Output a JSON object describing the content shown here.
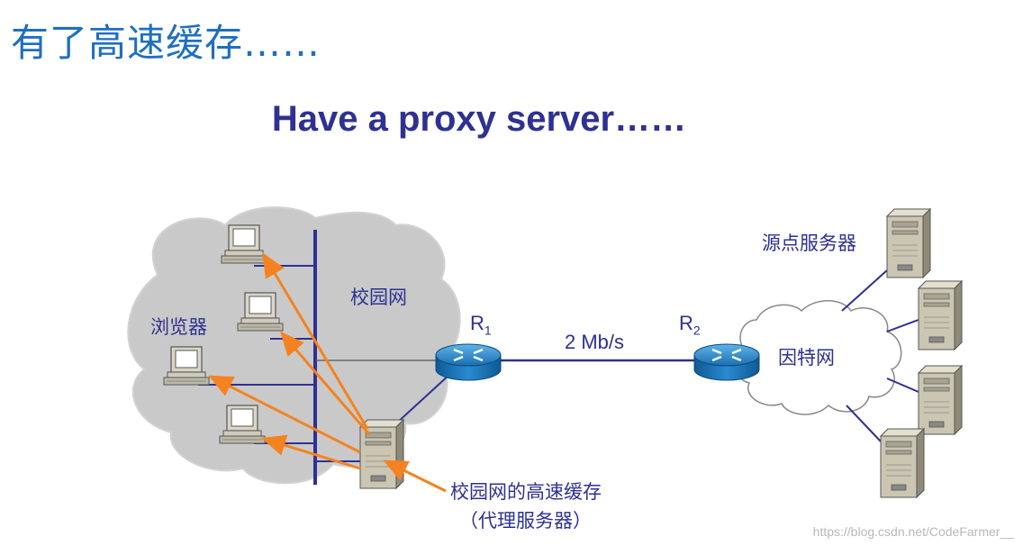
{
  "slide": {
    "title": "有了高速缓存……",
    "subtitle": "Have a proxy server……"
  },
  "diagram": {
    "campus_label": "校园网",
    "browsers_label": "浏览器",
    "router1": {
      "name": "R",
      "sub": "1"
    },
    "router2": {
      "name": "R",
      "sub": "2"
    },
    "link_label": "2 Mb/s",
    "internet_label": "因特网",
    "origin_server_label": "源点服务器",
    "cache_label_line1": "校园网的高速缓存",
    "cache_label_line2": "（代理服务器）"
  },
  "colors": {
    "title": "#1f6fbf",
    "text": "#2e3192",
    "campus_cloud": "#c9c9c9",
    "bus": "#2e3192",
    "arrow": "#f58220",
    "router": "#1f7fc4"
  },
  "watermark": "https://blog.csdn.net/CodeFarmer__"
}
